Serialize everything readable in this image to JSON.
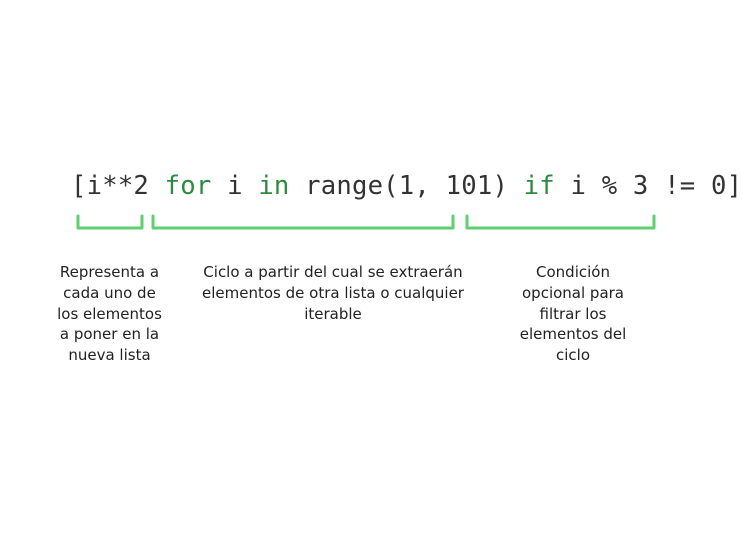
{
  "code": {
    "open_bracket": "[",
    "expr": "i**2 ",
    "for_kw": "for",
    "var": " i ",
    "in_kw": "in",
    "iterable": " range(1, 101) ",
    "if_kw": "if",
    "condition": " i % 3 != 0",
    "close_bracket": "]"
  },
  "labels": {
    "element": "Representa a cada uno de los elementos a poner en la nueva lista",
    "loop": "Ciclo a partir del cual se extraerán elementos de otra lista o cualquier iterable",
    "condition": "Condición opcional para filtrar los elementos del ciclo"
  },
  "colors": {
    "keyword": "#2d8a3e",
    "code_text": "#333333",
    "bracket": "#5fcf70",
    "label_text": "#222222"
  }
}
